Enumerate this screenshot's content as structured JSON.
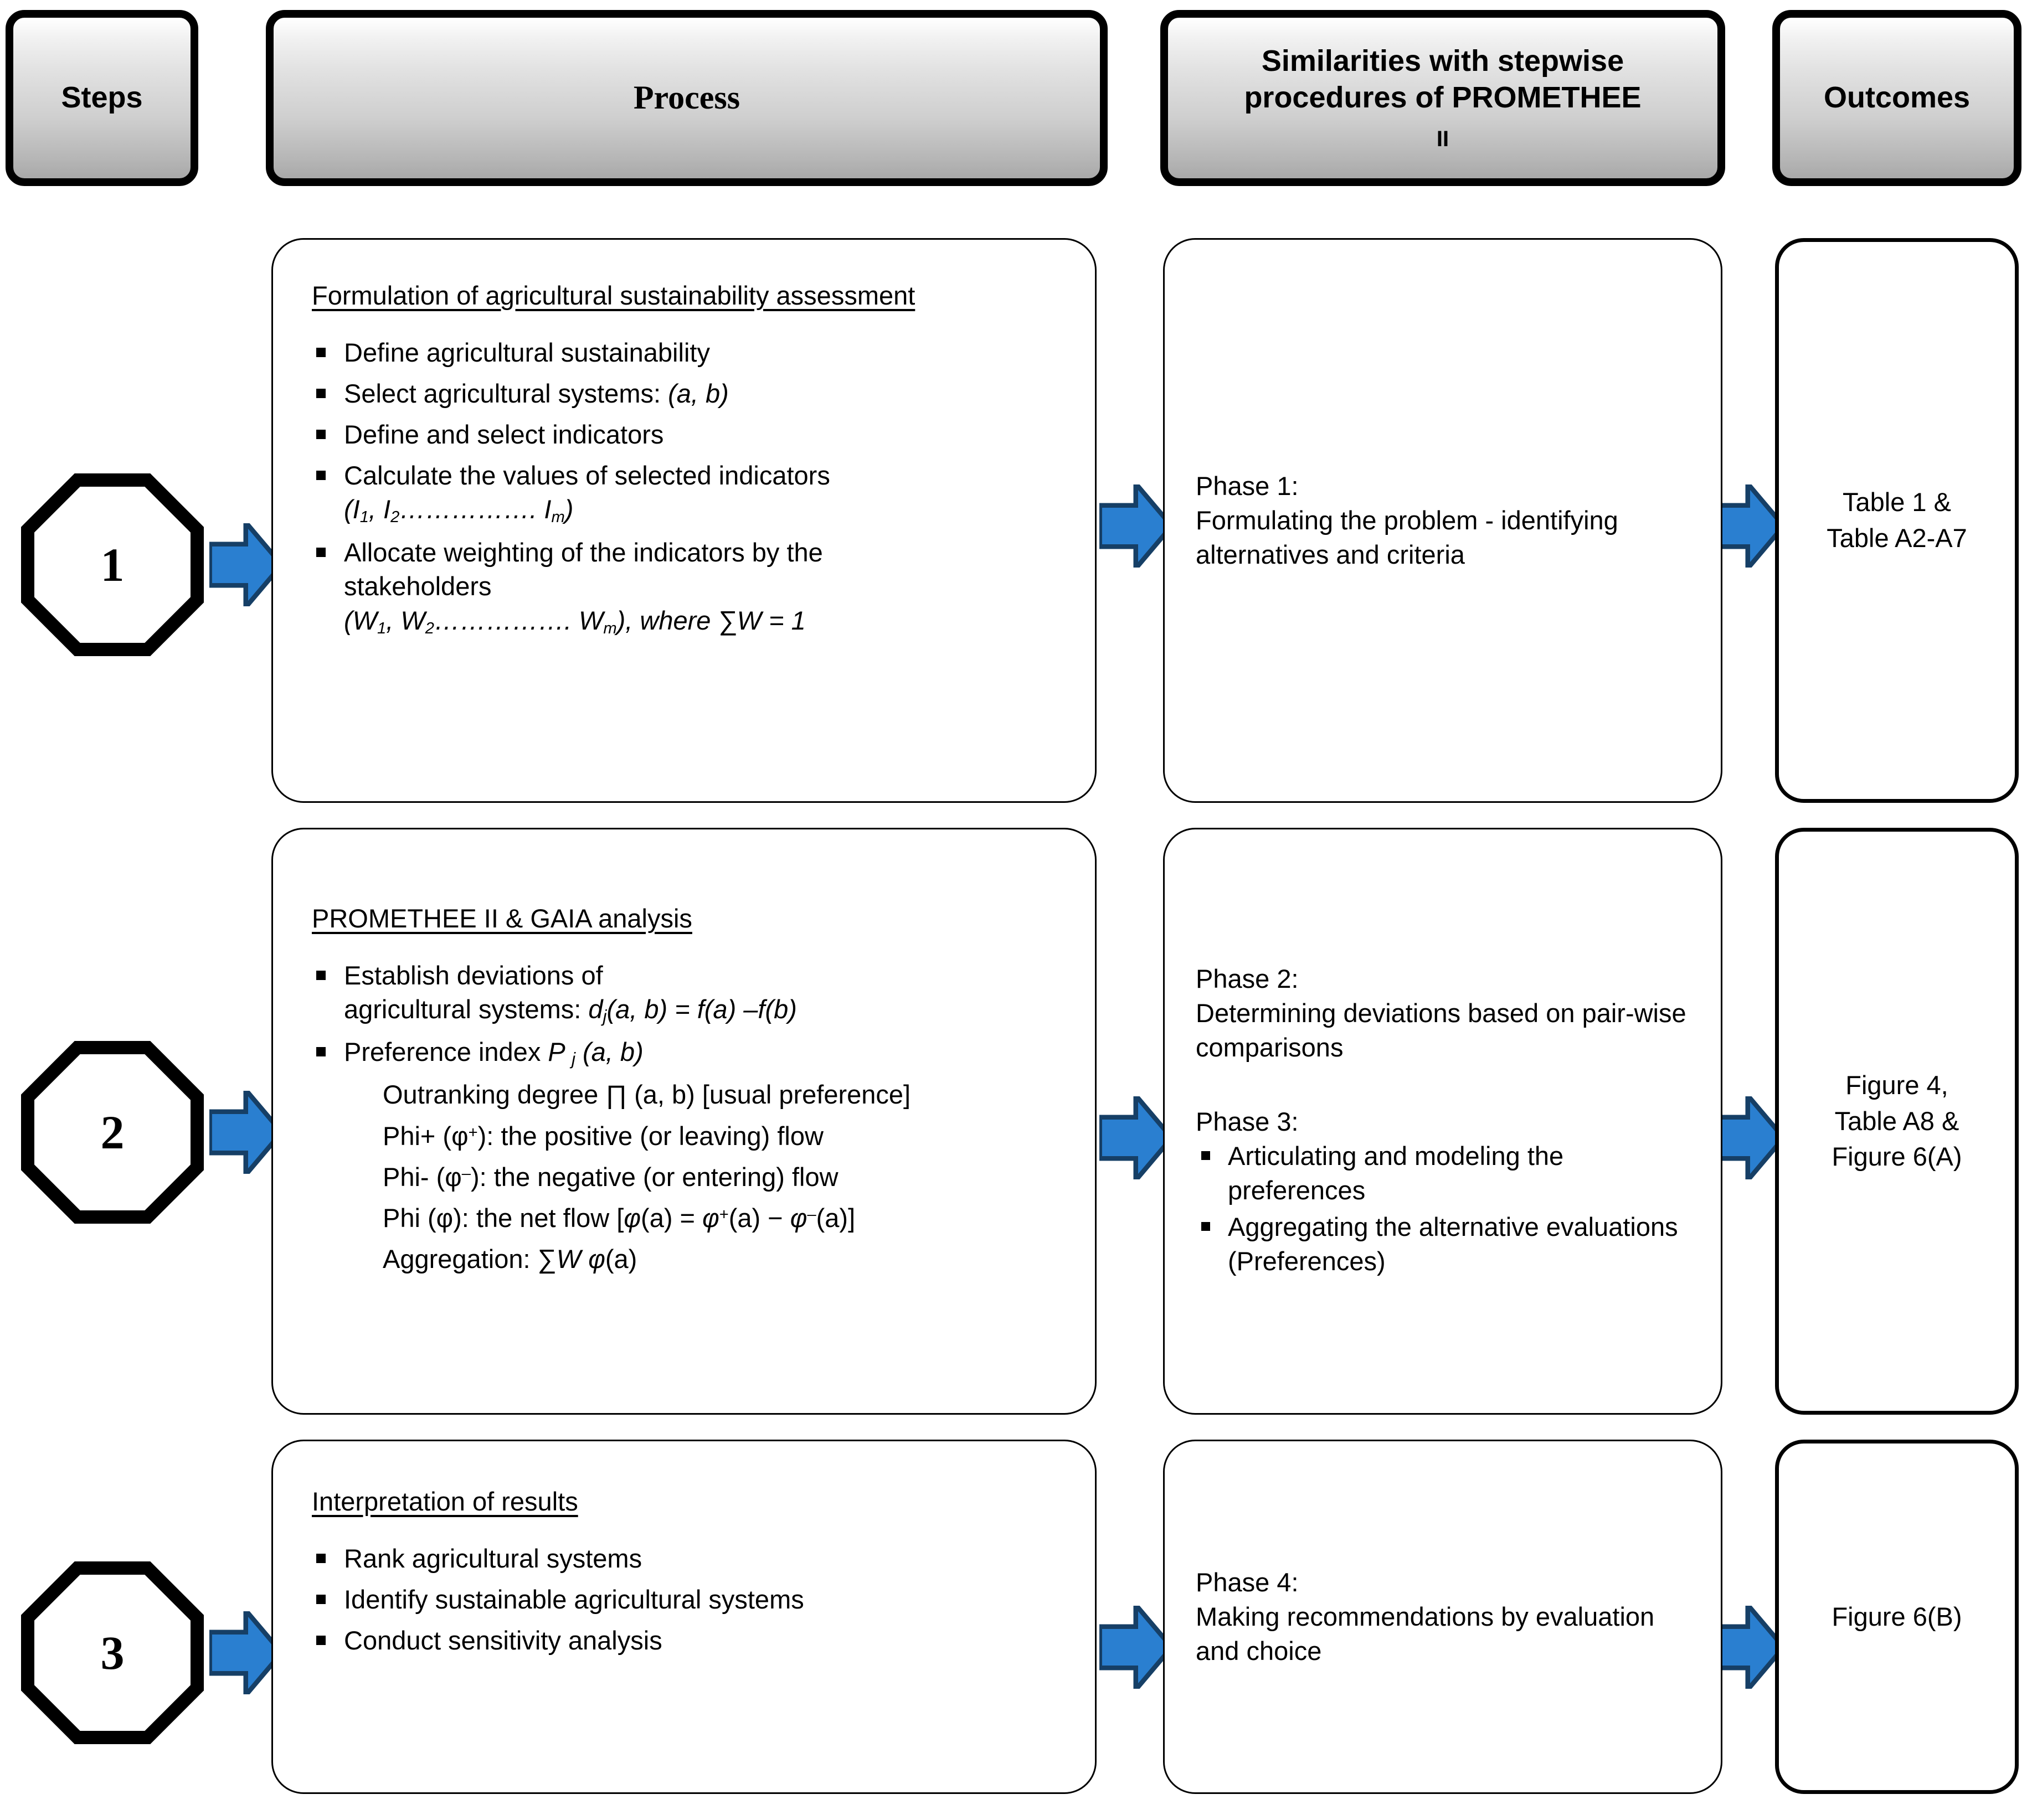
{
  "headers": {
    "steps": "Steps",
    "process": "Process",
    "similarities": "Similarities with stepwise procedures of PROMETHEE",
    "similarities_second_line": "II",
    "outcomes": "Outcomes"
  },
  "steps": [
    {
      "number": "1"
    },
    {
      "number": "2"
    },
    {
      "number": "3"
    }
  ],
  "process": {
    "step1": {
      "title": "Formulation of agricultural sustainability assessment",
      "bullets": [
        "Define agricultural sustainability",
        "Select agricultural systems: (a, b)",
        "Define and select indicators",
        "Calculate the values of selected indicators",
        "Allocate weighting of the indicators by the stakeholders"
      ],
      "indicator_formula": "(I1, I2……………. Im)",
      "weight_formula": "(W1, W2……………. Wm), where ∑W = 1"
    },
    "step2": {
      "title": "PROMETHEE II & GAIA analysis",
      "bullet1": "Establish deviations of",
      "bullet1_cont": "agricultural systems: dj(a, b) = f(a) –f(b)",
      "bullet2": "Preference index P j (a, b)",
      "sub_lines": [
        "Outranking degree ∏ (a, b) [usual preference]",
        "Phi+ (ϕ+): the positive (or leaving) flow",
        "Phi- (ϕ-): the negative (or entering) flow",
        "Phi (ϕ): the net flow [ϕ(a) = ϕ+(a) − ϕ-(a)]",
        "Aggregation: ∑W ϕ(a)"
      ]
    },
    "step3": {
      "title": "Interpretation of results",
      "bullets": [
        "Rank agricultural systems",
        "Identify sustainable agricultural systems",
        "Conduct sensitivity analysis"
      ]
    }
  },
  "phases": {
    "row1": {
      "label": "Phase 1:",
      "text": "Formulating the problem - identifying alternatives and criteria"
    },
    "row2": {
      "label2": "Phase 2:",
      "text2": "Determining deviations based on pair-wise comparisons",
      "label3": "Phase 3:",
      "bullets3": [
        "Articulating and modeling the preferences",
        "Aggregating the alternative evaluations (Preferences)"
      ]
    },
    "row3": {
      "label": "Phase 4:",
      "text": "Making recommendations by evaluation and choice"
    }
  },
  "outcomes": {
    "row1_line1": "Table 1 &",
    "row1_line2": "Table A2-A7",
    "row2_line1": "Figure 4,",
    "row2_line2": "Table A8 &",
    "row2_line3": "Figure 6(A)",
    "row3_line1": "Figure 6(B)"
  },
  "colors": {
    "arrow_fill": "#2a7fd0",
    "arrow_stroke": "#163f66",
    "header_gradient_top": "#ffffff",
    "header_gradient_bottom": "#a9a9a9",
    "border": "#000000"
  }
}
